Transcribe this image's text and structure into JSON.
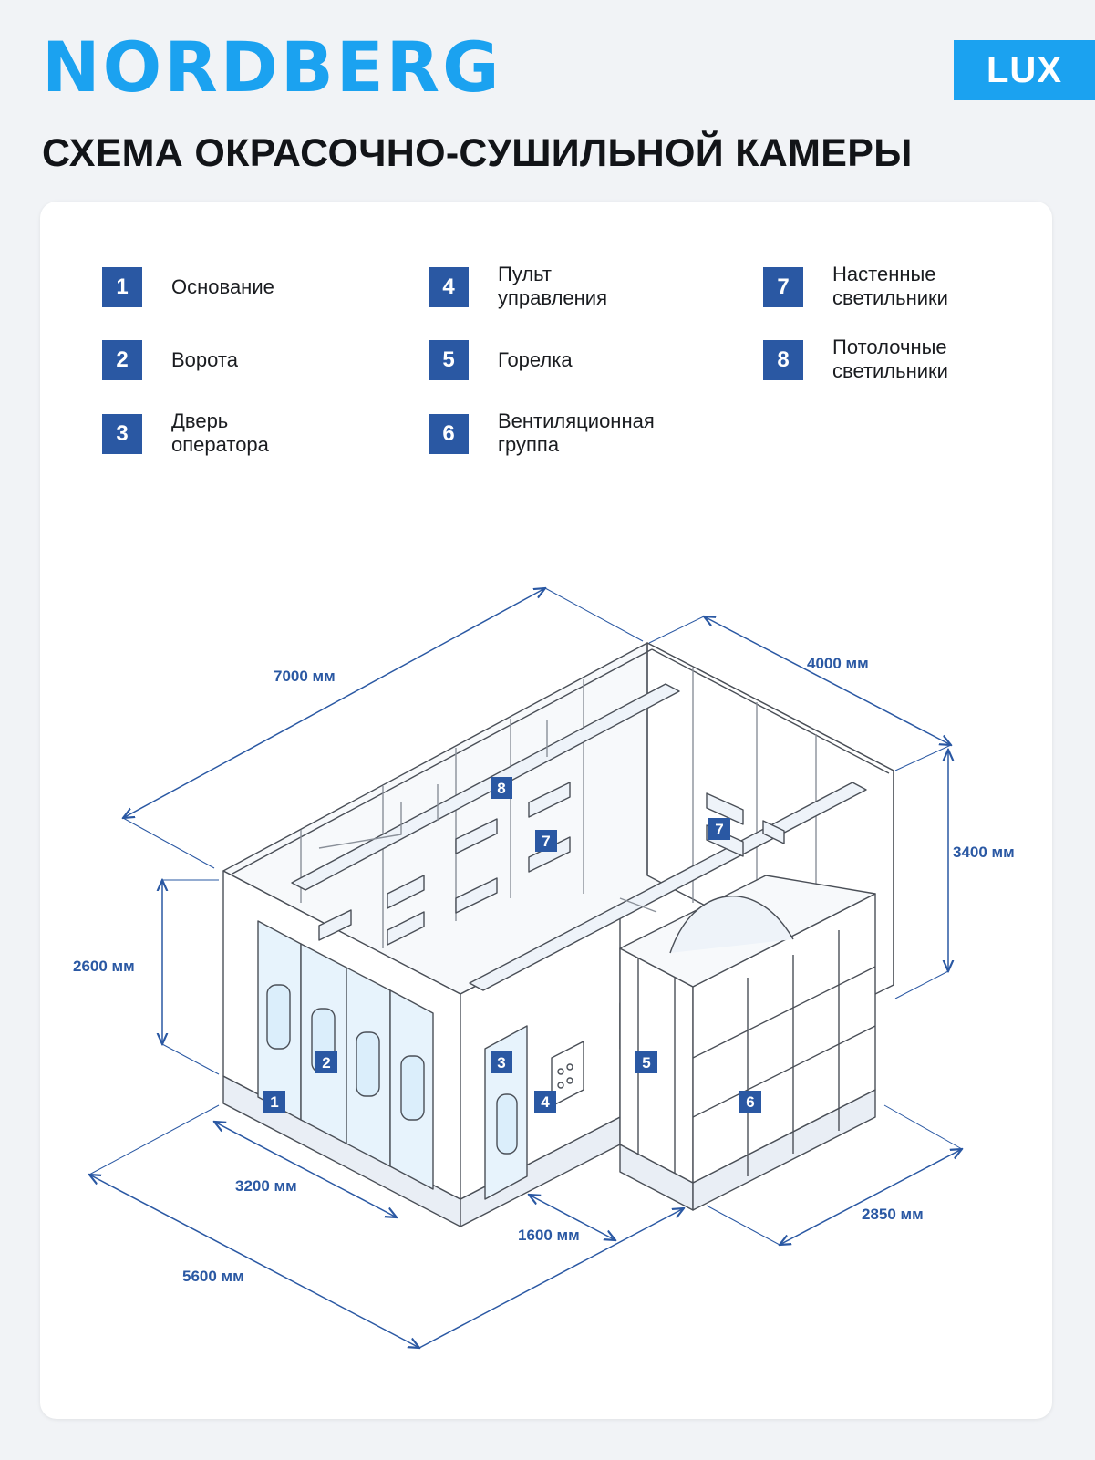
{
  "header": {
    "brand": "NORDBERG",
    "badge": "LUX",
    "title": "СХЕМА ОКРАСОЧНО-СУШИЛЬНОЙ КАМЕРЫ"
  },
  "legend": [
    {
      "num": "1",
      "label": "Основание"
    },
    {
      "num": "2",
      "label": "Ворота"
    },
    {
      "num": "3",
      "label": "Дверь\nоператора"
    },
    {
      "num": "4",
      "label": "Пульт\nуправления"
    },
    {
      "num": "5",
      "label": "Горелка"
    },
    {
      "num": "6",
      "label": "Вентиляционная\nгруппа"
    },
    {
      "num": "7",
      "label": "Настенные\nсветильники"
    },
    {
      "num": "8",
      "label": "Потолочные\nсветильники"
    }
  ],
  "dimensions": {
    "length": "7000 мм",
    "width": "4000 мм",
    "height": "3400 мм",
    "gate_height": "2600 мм",
    "gate_width": "3200 мм",
    "depth": "5600 мм",
    "door_offset": "1600 мм",
    "vent_depth": "2850 мм"
  },
  "colors": {
    "brand": "#1ba2f0",
    "marker": "#2a58a3",
    "line": "#4a4f57",
    "glass": "#dbeefb"
  }
}
